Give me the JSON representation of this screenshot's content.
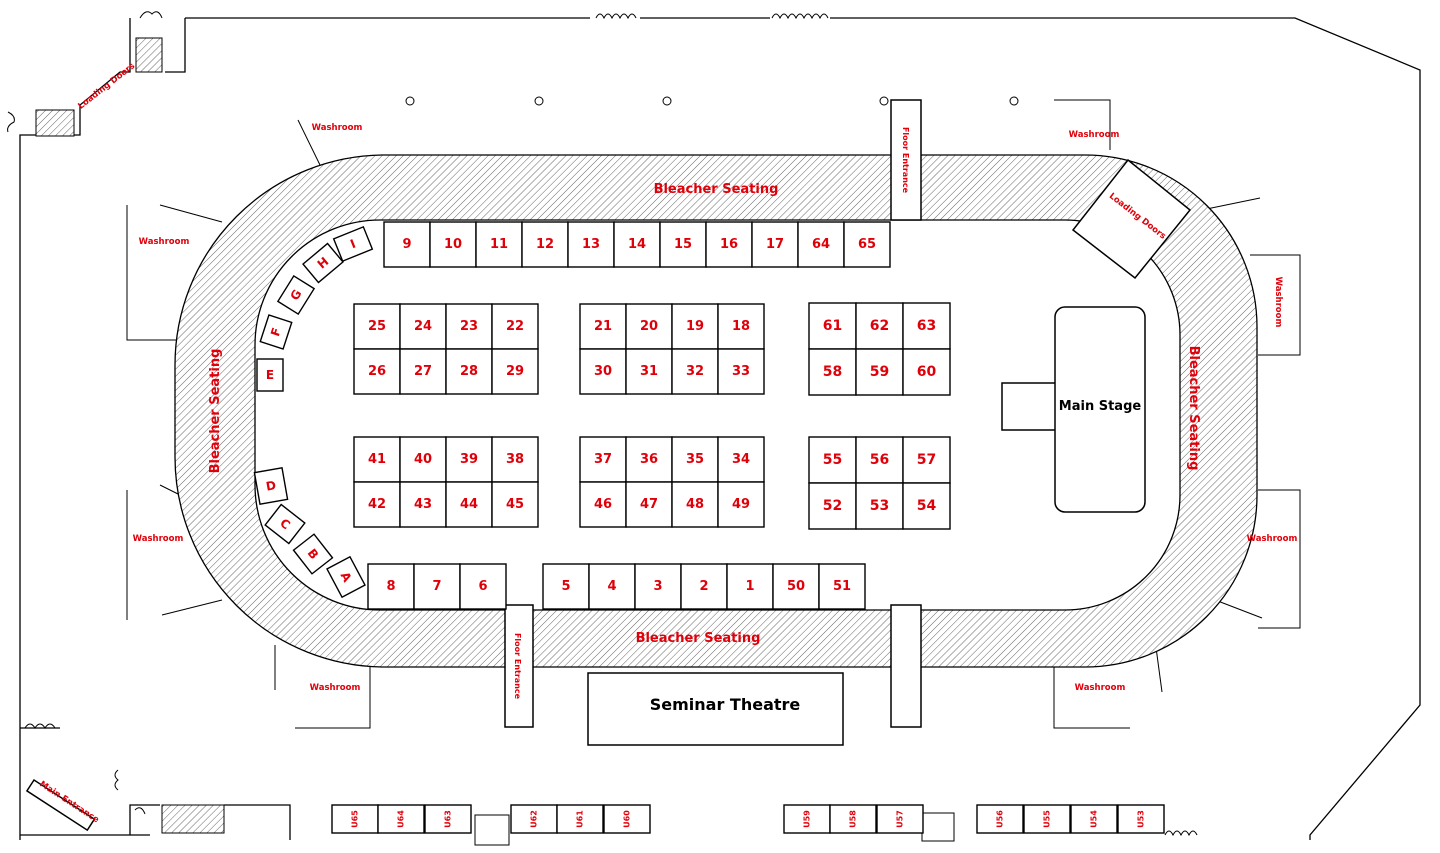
{
  "labels": {
    "bleacher_top": "Bleacher Seating",
    "bleacher_bottom": "Bleacher Seating",
    "bleacher_left": "Bleacher Seating",
    "bleacher_right": "Bleacher Seating",
    "floor_entrance_top": "Floor Entrance",
    "floor_entrance_bottom": "Floor Entrance",
    "loading_doors_left": "Loading Doors",
    "loading_doors_right": "Loading Doors",
    "main_stage": "Main Stage",
    "seminar_theatre": "Seminar Theatre",
    "main_entrance": "Main Entrance",
    "washroom": "Washroom"
  },
  "booths": {
    "top_row": [
      "9",
      "10",
      "11",
      "12",
      "13",
      "14",
      "15",
      "16",
      "17",
      "64",
      "65"
    ],
    "block_a": [
      "25",
      "24",
      "23",
      "22",
      "26",
      "27",
      "28",
      "29"
    ],
    "block_b": [
      "21",
      "20",
      "19",
      "18",
      "30",
      "31",
      "32",
      "33"
    ],
    "block_c": [
      "61",
      "62",
      "63",
      "58",
      "59",
      "60"
    ],
    "block_d": [
      "41",
      "40",
      "39",
      "38",
      "42",
      "43",
      "44",
      "45"
    ],
    "block_e": [
      "37",
      "36",
      "35",
      "34",
      "46",
      "47",
      "48",
      "49"
    ],
    "block_f": [
      "55",
      "56",
      "57",
      "52",
      "53",
      "54"
    ],
    "bottom_left": [
      "8",
      "7",
      "6"
    ],
    "bottom_right": [
      "5",
      "4",
      "3",
      "2",
      "1",
      "50",
      "51"
    ],
    "arc_upper": [
      "I",
      "H",
      "G",
      "F",
      "E"
    ],
    "arc_lower": [
      "D",
      "C",
      "B",
      "A"
    ],
    "upper_level": [
      "U65",
      "U64",
      "U63",
      "U62",
      "U61",
      "U60",
      "U59",
      "U58",
      "U57",
      "U56",
      "U55",
      "U54",
      "U53"
    ]
  }
}
